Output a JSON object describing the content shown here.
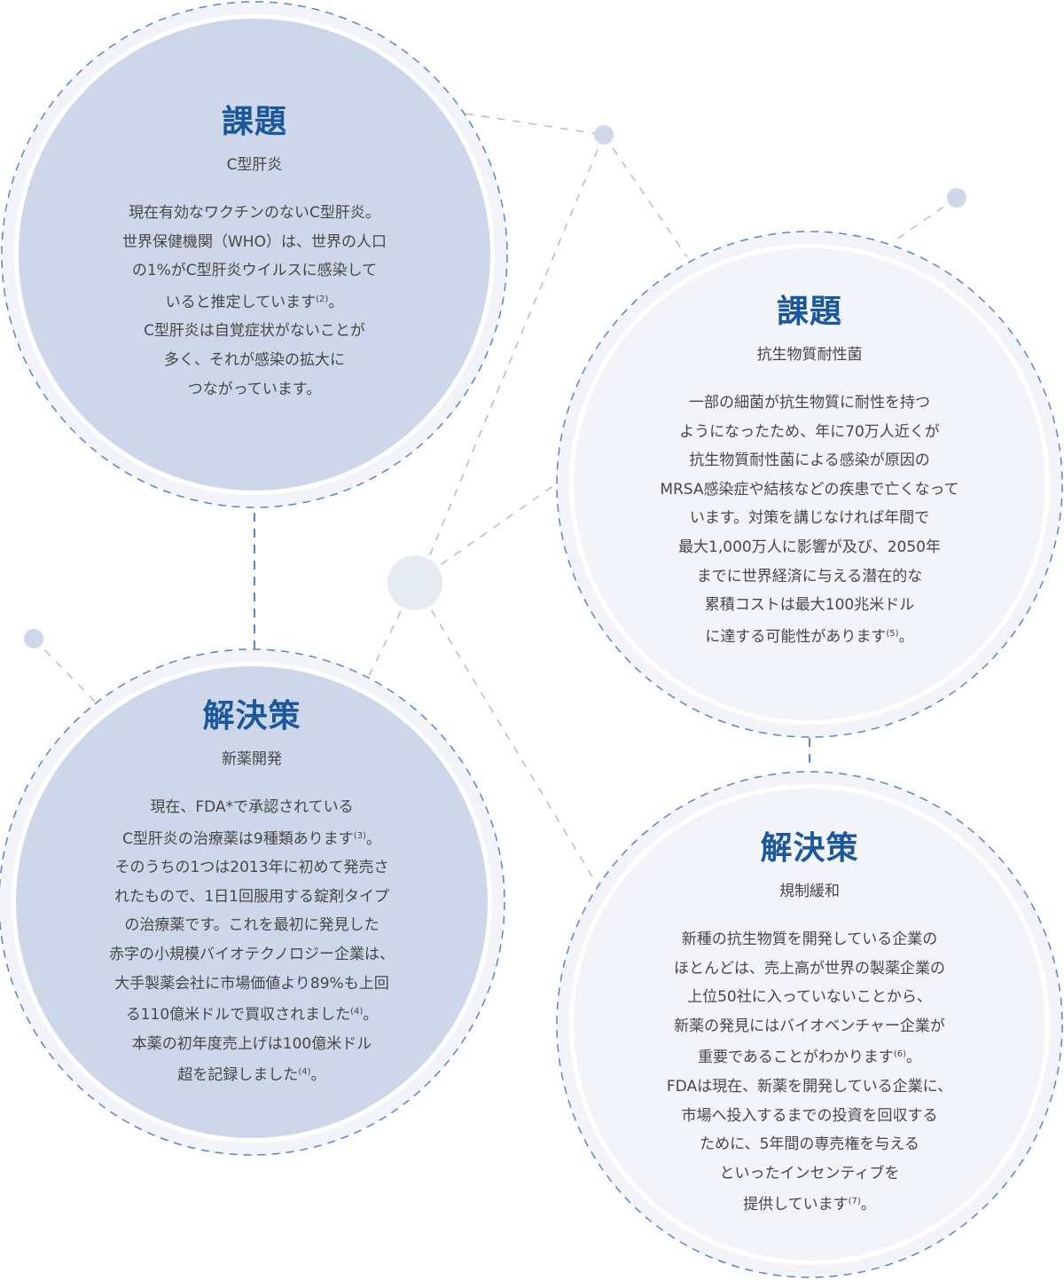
{
  "colors": {
    "accent": "#1b579c",
    "dark_fill": "#cdd7e9",
    "light_fill": "#f2f4fa",
    "dash_blue": "#5b86c0",
    "dash_gray": "#b9bcc4"
  },
  "cards": [
    {
      "title": "課題",
      "subtitle": "C型肝炎",
      "lines": [
        {
          "t": "現在有効なワクチンのないC型肝炎。"
        },
        {
          "t": "世界保健機関（WHO）は、世界の人口"
        },
        {
          "t": "の1%がC型肝炎ウイルスに感染して"
        },
        {
          "t": "いると推定しています",
          "s": "(2)",
          "e": "。"
        },
        {
          "t": "C型肝炎は自覚症状がないことが"
        },
        {
          "t": "多く、それが感染の拡大に"
        },
        {
          "t": "つながっています。"
        }
      ]
    },
    {
      "title": "課題",
      "subtitle": "抗生物質耐性菌",
      "lines": [
        {
          "t": "一部の細菌が抗生物質に耐性を持つ"
        },
        {
          "t": "ようになったため、年に70万人近くが"
        },
        {
          "t": "抗生物質耐性菌による感染が原因の"
        },
        {
          "t": "MRSA感染症や結核などの疾患で亡くなって"
        },
        {
          "t": "います。対策を講じなければ年間で"
        },
        {
          "t": "最大1,000万人に影響が及び、2050年"
        },
        {
          "t": "までに世界経済に与える潜在的な"
        },
        {
          "t": "累積コストは最大100兆米ドル"
        },
        {
          "t": "に達する可能性があります",
          "s": "(5)",
          "e": "。"
        }
      ]
    },
    {
      "title": "解決策",
      "subtitle": "新薬開発",
      "lines": [
        {
          "t": "現在、FDA*で承認されている"
        },
        {
          "t": "C型肝炎の治療薬は9種類あります",
          "s": "(3)",
          "e": "。"
        },
        {
          "t": "そのうちの1つは2013年に初めて発売さ"
        },
        {
          "t": "れたもので、1日1回服用する錠剤タイプ"
        },
        {
          "t": "の治療薬です。これを最初に発見した"
        },
        {
          "t": "赤字の小規模バイオテクノロジー企業は、"
        },
        {
          "t": "大手製薬会社に市場価値より89%も上回"
        },
        {
          "t": "る110億米ドルで買収されました",
          "s": "(4)",
          "e": "。"
        },
        {
          "t": "本薬の初年度売上げは100億米ドル"
        },
        {
          "t": "超を記録しました",
          "s": "(4)",
          "e": "。"
        }
      ]
    },
    {
      "title": "解決策",
      "subtitle": "規制緩和",
      "lines": [
        {
          "t": "新種の抗生物質を開発している企業の"
        },
        {
          "t": "ほとんどは、売上高が世界の製薬企業の"
        },
        {
          "t": "上位50社に入っていないことから、"
        },
        {
          "t": "新薬の発見にはバイオベンチャー企業が"
        },
        {
          "t": "重要であることがわかります",
          "s": "(6)",
          "e": "。"
        },
        {
          "t": "FDAは現在、新薬を開発している企業に、"
        },
        {
          "t": "市場へ投入するまでの投資を回収する"
        },
        {
          "t": "ために、5年間の専売権を与える"
        },
        {
          "t": "といったインセンティブを"
        },
        {
          "t": "提供しています",
          "s": "(7)",
          "e": "。"
        }
      ]
    }
  ]
}
